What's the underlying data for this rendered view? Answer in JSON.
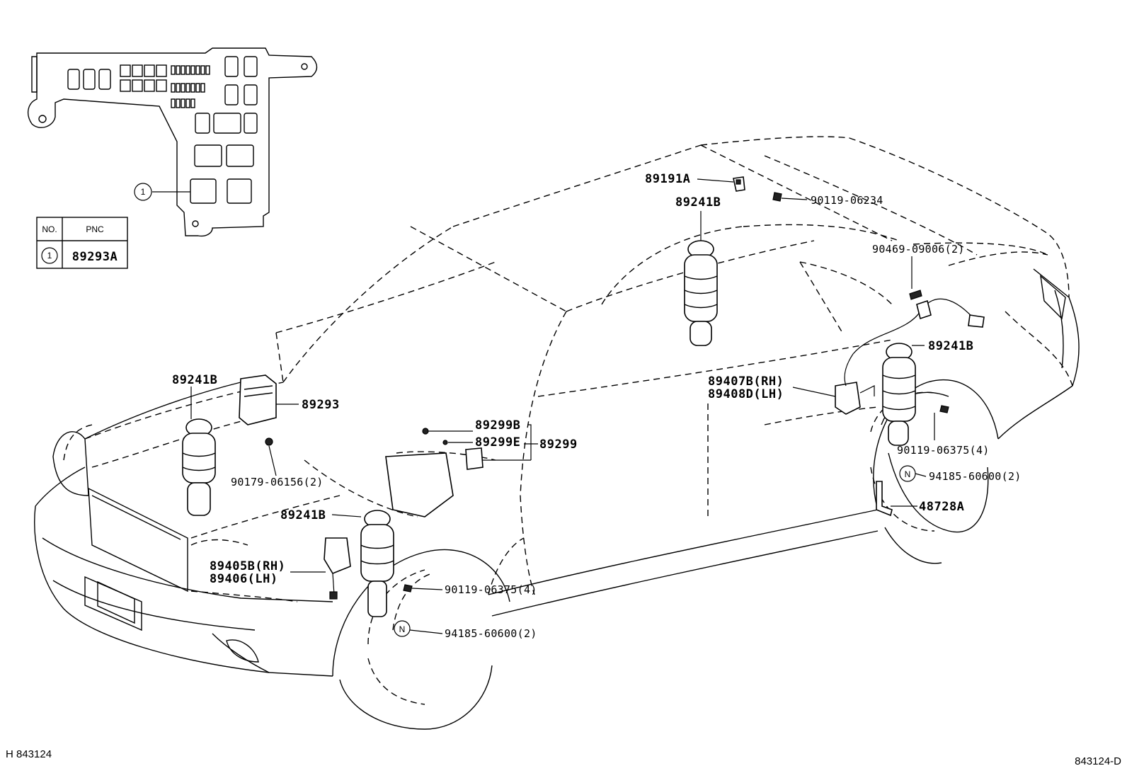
{
  "parts": {
    "p89191A": "89191A",
    "p90119_06234": "90119-06234",
    "p89241B_rear_top": "89241B",
    "p90469": "90469-09006(2)",
    "p89241B_rear_r": "89241B",
    "p89407B": "89407B(RH)",
    "p89408D": "89408D(LH)",
    "p89241B_front_l": "89241B",
    "p89293": "89293",
    "p89299B": "89299B",
    "p89299E": "89299E",
    "p89299": "89299",
    "p90179": "90179-06156(2)",
    "p90119_06375_rear": "90119-06375(4)",
    "p94185_rear": "94185-60600(2)",
    "p48728A": "48728A",
    "p89241B_front_r": "89241B",
    "p89405B": "89405B(RH)",
    "p89406": "89406(LH)",
    "p90119_06375_front": "90119-06375(4)",
    "p94185_front": "94185-60600(2)"
  },
  "callouts": {
    "n_symbol": "N",
    "item_1": "1"
  },
  "table": {
    "col_no": "NO.",
    "col_pnc": "PNC",
    "row_no": "1",
    "row_pnc": "89293A"
  },
  "footer": {
    "left_id": "H 843124",
    "right_id": "843124-D"
  }
}
